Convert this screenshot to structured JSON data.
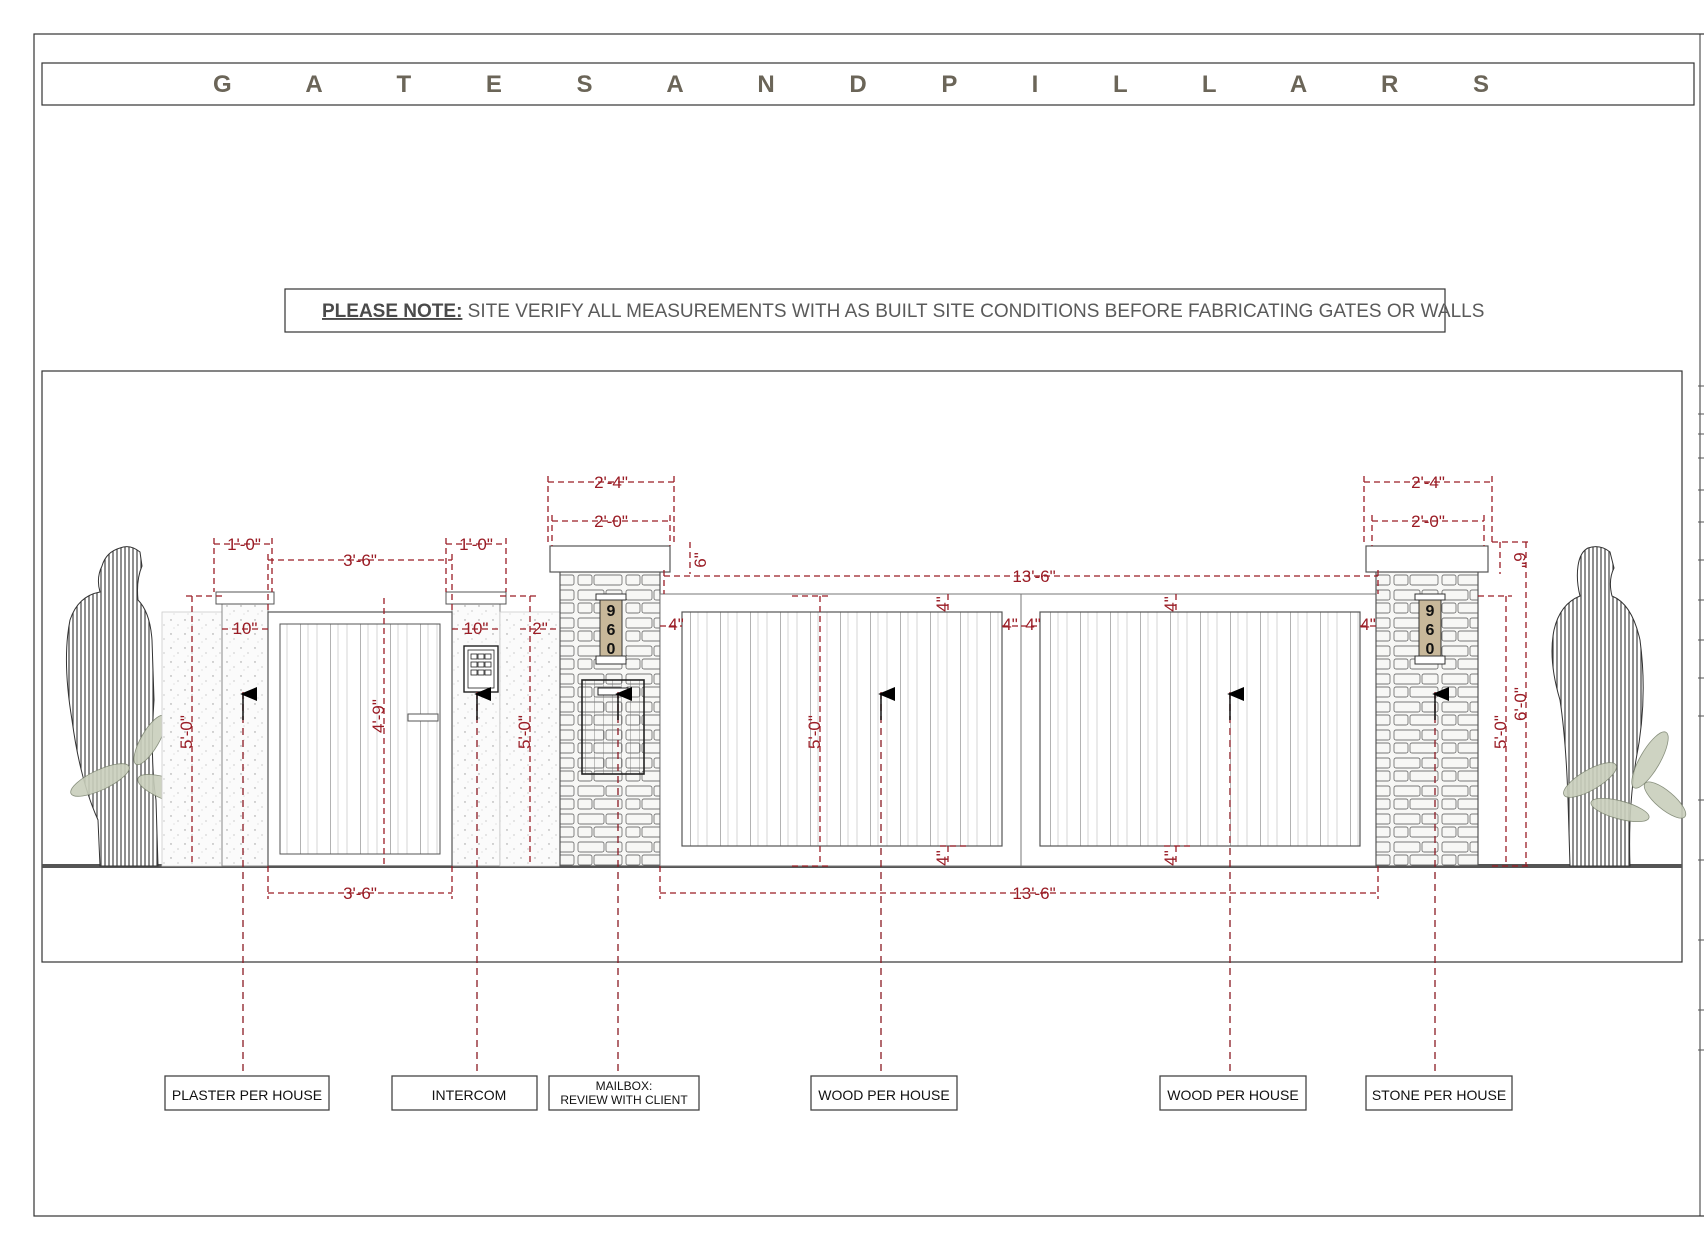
{
  "title": "G A T E S  A N D  P I L L A R S",
  "note": {
    "lead": "PLEASE NOTE:",
    "text": " SITE VERIFY ALL MEASUREMENTS WITH AS BUILT SITE CONDITIONS BEFORE FABRICATING GATES OR WALLS"
  },
  "dimensions": {
    "pillar_cap_width": "2'-4\"",
    "pillar_width": "2'-0\"",
    "pillar_cap_width_right": "2'-4\"",
    "pillar_width_right": "2'-0\"",
    "cap_height_left": "6\"",
    "cap_height_right": "6\"",
    "pedestrian_post_cap_left": "1'-0\"",
    "pedestrian_post_cap_right": "1'-0\"",
    "pedestrian_gate_top": "3'-6\"",
    "pedestrian_gate_bottom": "3'-6\"",
    "post_width_left": "10\"",
    "post_width_right": "10\"",
    "gap_2": "2\"",
    "gate_height_ped": "4'-9\"",
    "wall_height_left": "5'-0\"",
    "wall_height_mid": "5'-0\"",
    "drive_gate_top": "13'-6\"",
    "drive_gate_bottom": "13'-6\"",
    "gap_left": "4\"",
    "gap_center_a": "4\"",
    "gap_center_b": "4\"",
    "gap_right": "4\"",
    "top_gap_a": "4\"",
    "top_gap_b": "4\"",
    "bottom_gap_a": "4\"",
    "bottom_gap_b": "4\"",
    "drive_gate_height": "5'-0\"",
    "right_pillar_height": "5'-0\"",
    "right_total_height": "6'-0\""
  },
  "house_number": [
    "9",
    "6",
    "0"
  ],
  "labels": {
    "plaster": "PLASTER PER HOUSE",
    "intercom": "INTERCOM",
    "mailbox_line1": "MAILBOX:",
    "mailbox_line2": "REVIEW WITH CLIENT",
    "wood_left": "WOOD PER HOUSE",
    "wood_right": "WOOD PER HOUSE",
    "stone": "STONE PER HOUSE"
  },
  "colors": {
    "dimension": "#9a1c25",
    "title": "#6b6558",
    "ground": "#555555",
    "house_number_plate": "#c8b89a"
  }
}
